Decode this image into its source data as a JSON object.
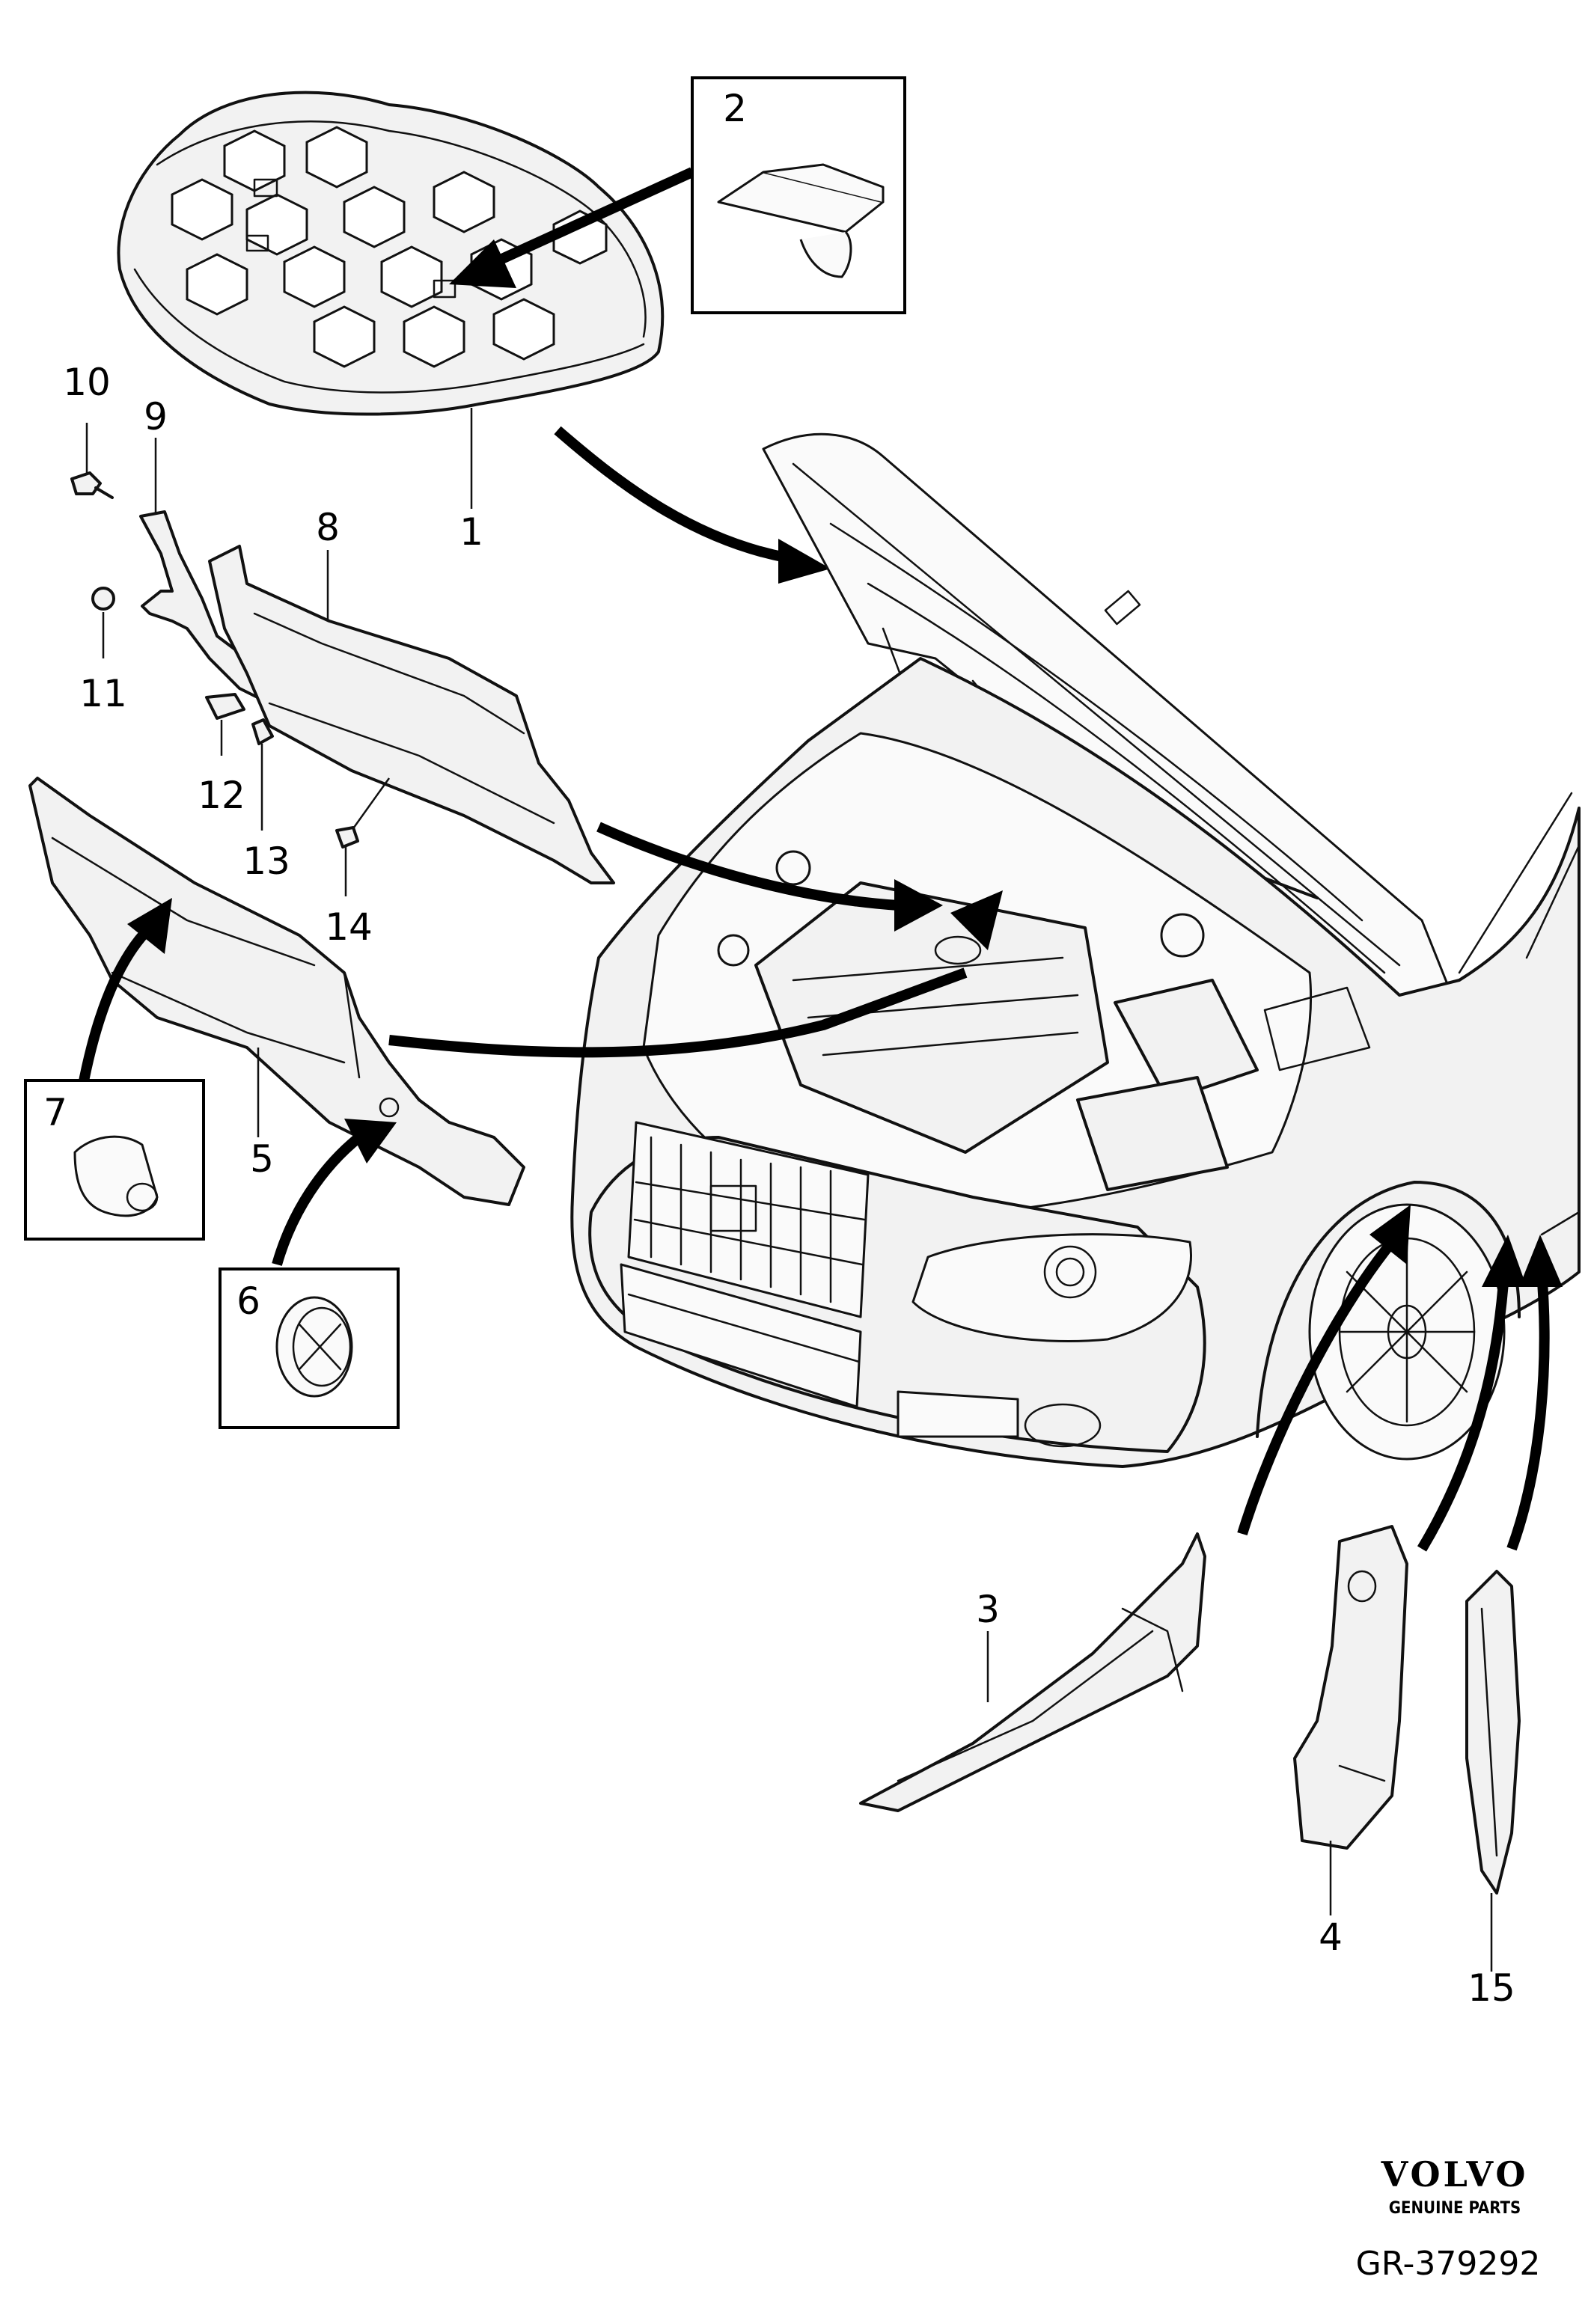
{
  "callouts": {
    "c1": "1",
    "c2": "2",
    "c3": "3",
    "c4": "4",
    "c5": "5",
    "c6": "6",
    "c7": "7",
    "c8": "8",
    "c9": "9",
    "c10": "10",
    "c11": "11",
    "c12": "12",
    "c13": "13",
    "c14": "14",
    "c15": "15"
  },
  "footer": {
    "brand": "VOLVO",
    "tagline": "GENUINE PARTS",
    "reference": "GR-379292"
  }
}
